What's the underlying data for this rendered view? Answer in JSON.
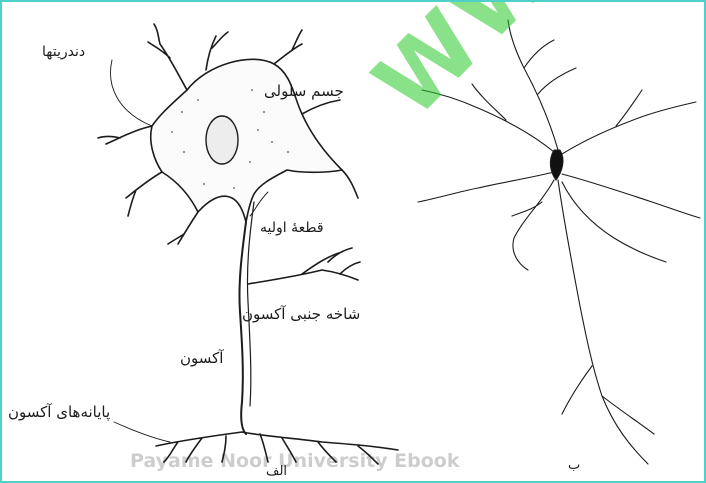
{
  "labels": {
    "dendrites": "دندریتها",
    "cell_body": "جسم سلولی",
    "initial_segment": "قطعۀ اولیه",
    "axon_collateral": "شاخه جنبی آکسون",
    "axon": "آکسون",
    "axon_terminals": "پایانه‌های آکسون",
    "panel_a": "الف",
    "panel_b": "ب"
  },
  "watermark": {
    "big": "WWW",
    "bottom": "Payame Noor University Ebook"
  },
  "colors": {
    "border": "#4fd0c8",
    "ink": "#1c1c1c",
    "watermark_green": "#28c828"
  }
}
